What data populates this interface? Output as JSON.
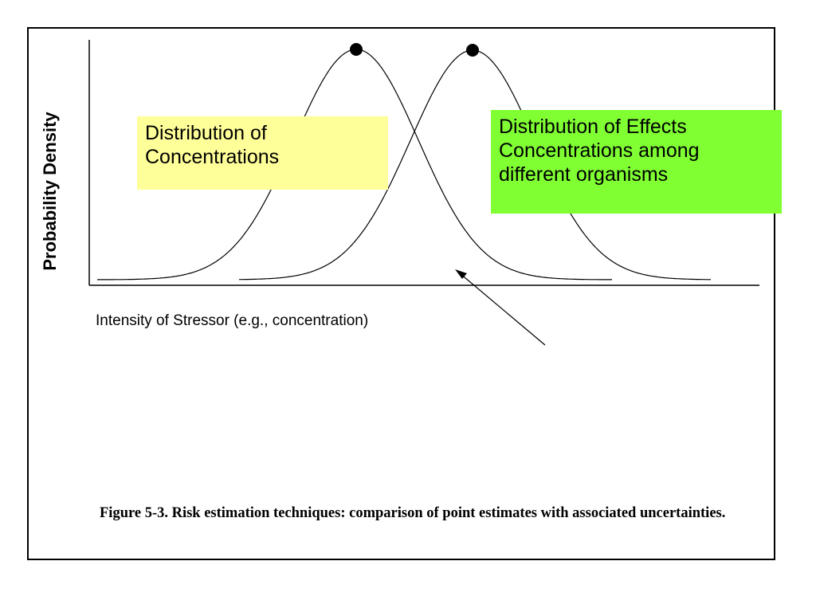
{
  "diagram": {
    "y_axis_label": "Probability Density",
    "x_axis_label": "Intensity of Stressor (e.g., concentration)",
    "left_curve_label": "Distribution of\nConcentrations",
    "right_curve_label": "Distribution of Effects\nConcentrations among\ndifferent organisms",
    "caption": "Figure 5-3.  Risk estimation techniques:  comparison of point estimates with associated uncertainties.",
    "colors": {
      "left_label_bg": "#ffff99",
      "right_label_bg": "#80ff33",
      "line": "#000000"
    }
  }
}
